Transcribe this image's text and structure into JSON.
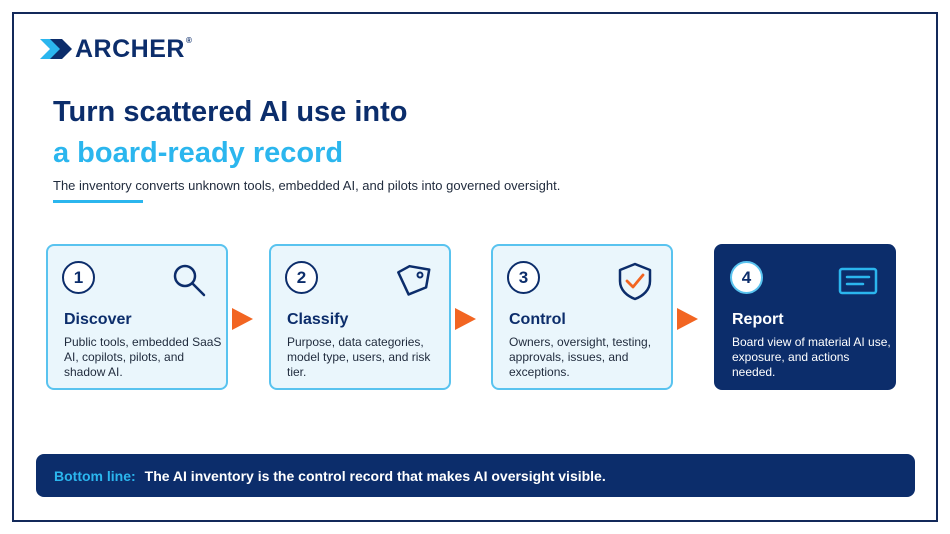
{
  "brand": {
    "logo_text": "ARCHER",
    "registered_mark": "®",
    "colors": {
      "navy": "#0c2d6b",
      "accent_blue": "#2bb6ee",
      "arrow_orange": "#f26522",
      "card_fill": "#eaf6fc"
    }
  },
  "header": {
    "title_line_1": "Turn scattered AI use into",
    "title_line_2": "a board-ready record",
    "subtitle": "The inventory converts unknown tools, embedded AI, and pilots into governed oversight."
  },
  "steps": [
    {
      "number": "1",
      "title": "Discover",
      "description": "Public tools, embedded SaaS AI, copilots, pilots, and shadow AI.",
      "icon": "magnifier-icon"
    },
    {
      "number": "2",
      "title": "Classify",
      "description": "Purpose, data categories, model type, users, and risk tier.",
      "icon": "tag-icon"
    },
    {
      "number": "3",
      "title": "Control",
      "description": "Owners, oversight, testing, approvals, issues, and exceptions.",
      "icon": "shield-check-icon"
    },
    {
      "number": "4",
      "title": "Report",
      "description": "Board view of material AI use, exposure, and actions needed.",
      "icon": "report-icon"
    }
  ],
  "bottom_line": {
    "label": "Bottom line:",
    "text": "The AI inventory is the control record that makes AI oversight visible."
  }
}
